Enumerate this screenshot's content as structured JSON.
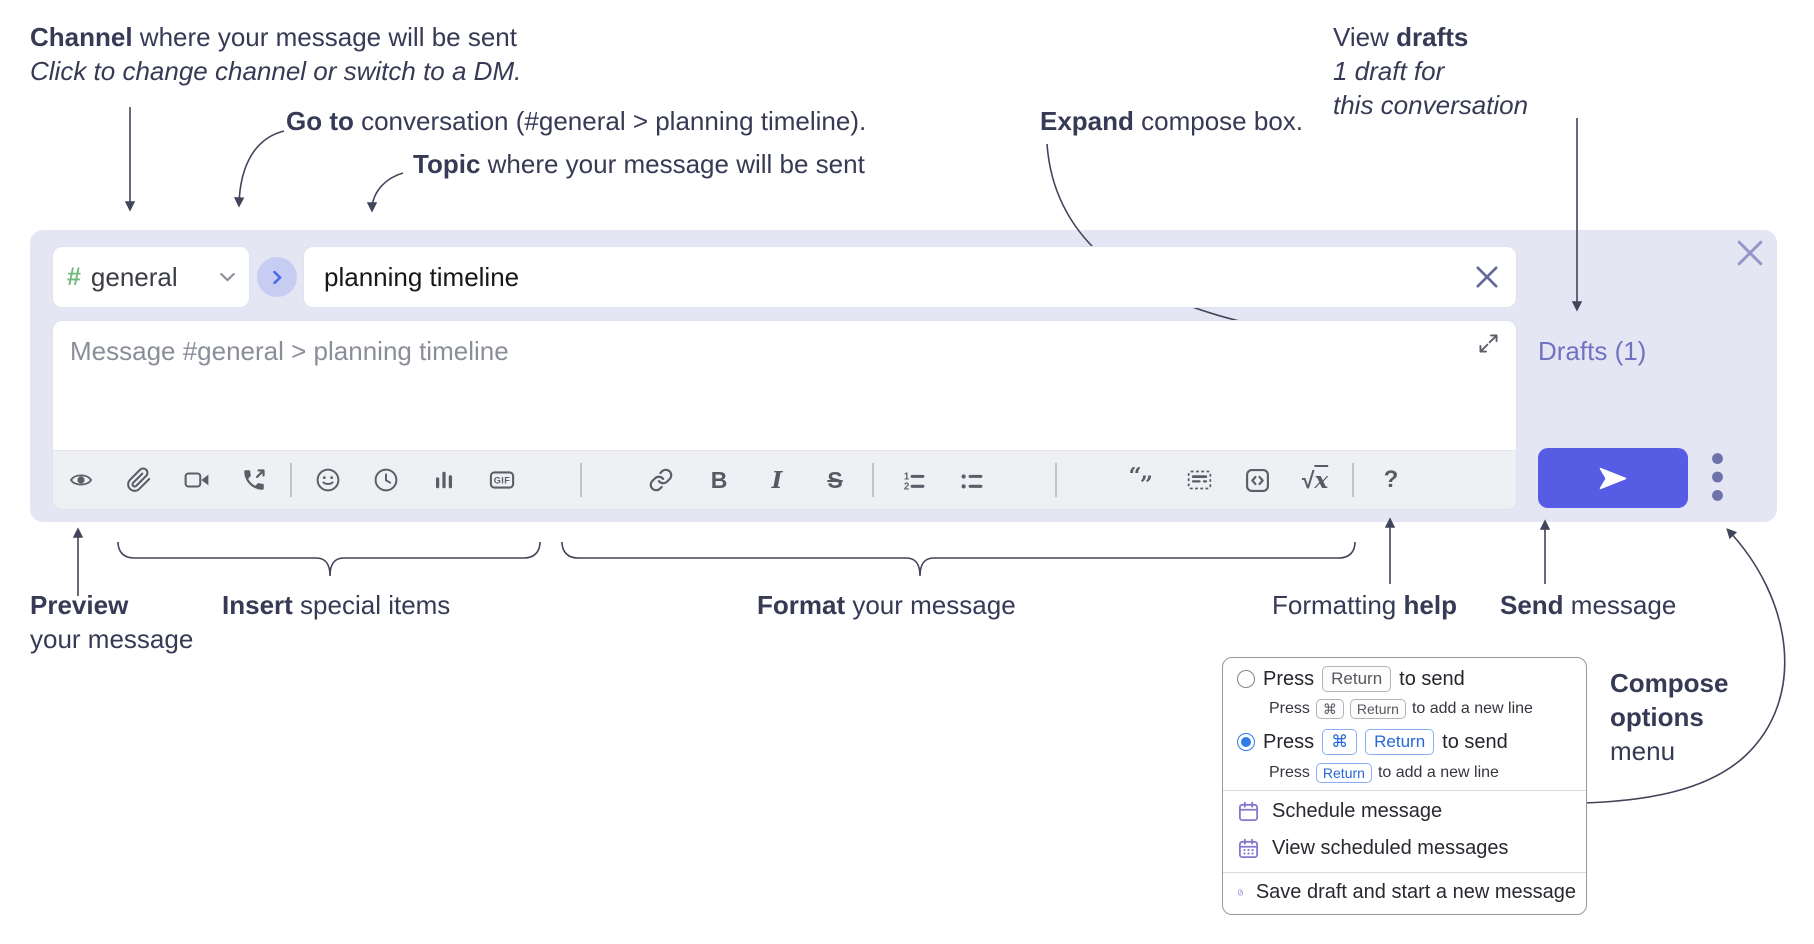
{
  "annotations": {
    "channel": {
      "bold": "Channel",
      "rest": " where your message will be sent",
      "sub": "Click to change channel or switch to a DM."
    },
    "go_to": {
      "bold": "Go to",
      "rest": " conversation (#general > planning timeline)."
    },
    "topic": {
      "bold": "Topic",
      "rest": " where your message will be sent"
    },
    "expand": {
      "bold": "Expand",
      "rest": " compose box."
    },
    "view_drafts": {
      "pre": "View ",
      "bold": "drafts",
      "line2": "1 draft for",
      "line3": "this conversation"
    },
    "preview": {
      "bold": "Preview",
      "line2": "your message"
    },
    "insert": {
      "bold": "Insert",
      "rest": " special items"
    },
    "format": {
      "bold": "Format",
      "rest": " your message"
    },
    "formatting_help": {
      "pre": "Formatting ",
      "bold": "help"
    },
    "send": {
      "bold": "Send",
      "rest": " message"
    },
    "compose_options": {
      "line1": "Compose",
      "line2": "options",
      "line3": "menu"
    }
  },
  "compose": {
    "channel": {
      "hash": "#",
      "name": "general"
    },
    "topic_value": "planning timeline",
    "message_placeholder": "Message #general > planning timeline",
    "drafts_link": "Drafts (1)",
    "toolbar_labels": {
      "gif": "GIF",
      "bold": "B",
      "italic": "I",
      "strike": "S",
      "ol_1": "1",
      "ol_2": "2",
      "math_sqrt": "√",
      "math_x": "x",
      "help": "?"
    }
  },
  "options_menu": {
    "enter_sends": {
      "pre": "Press",
      "key": "Return",
      "post": "to send",
      "sub_pre": "Press",
      "sub_key1": "⌘",
      "sub_key2": "Return",
      "sub_post": "to add a new line",
      "selected": false
    },
    "cmd_enter_sends": {
      "pre": "Press",
      "key1": "⌘",
      "key2": "Return",
      "post": "to send",
      "sub_pre": "Press",
      "sub_key": "Return",
      "sub_post": "to add a new line",
      "selected": true
    },
    "items": [
      {
        "label": "Schedule message"
      },
      {
        "label": "View scheduled messages"
      },
      {
        "label": "Save draft and start a new message"
      }
    ]
  },
  "colors": {
    "accent_send": "#575ce4",
    "lavender": "#e4e6f3",
    "hash_green": "#72b97c",
    "goto_blue": "#4a6ce8",
    "drafts_link": "#7073c0",
    "radio_selected": "#2b7de8",
    "menu_icon_purple": "#8478cf",
    "key_blue": "#2766d9"
  }
}
